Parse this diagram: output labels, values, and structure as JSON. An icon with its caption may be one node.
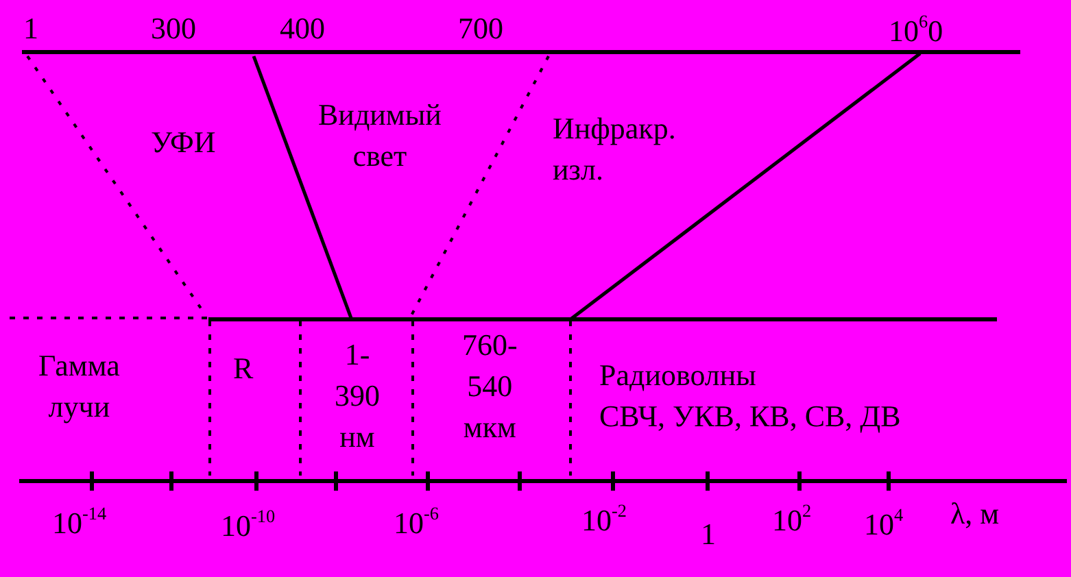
{
  "diagram": {
    "labels": [
      "1",
      "300",
      "400",
      "700",
      "10$^{6}$0",
      "УФИ",
      "Видимый свет",
      "Инфракр. изл.",
      "Гамма лучи",
      "R",
      "1- 390 нм",
      "760- 540 мкм",
      "Радиоволны",
      "СВЧ, УКВ, КВ, СВ, ДВ",
      "10$^{-14}$",
      "10$^{-10}$",
      "10$^{-6}$",
      "10$^{-2}$",
      "1",
      "10$^{2}$",
      "10$^{4}$",
      "λ, м"
    ]
  }
}
